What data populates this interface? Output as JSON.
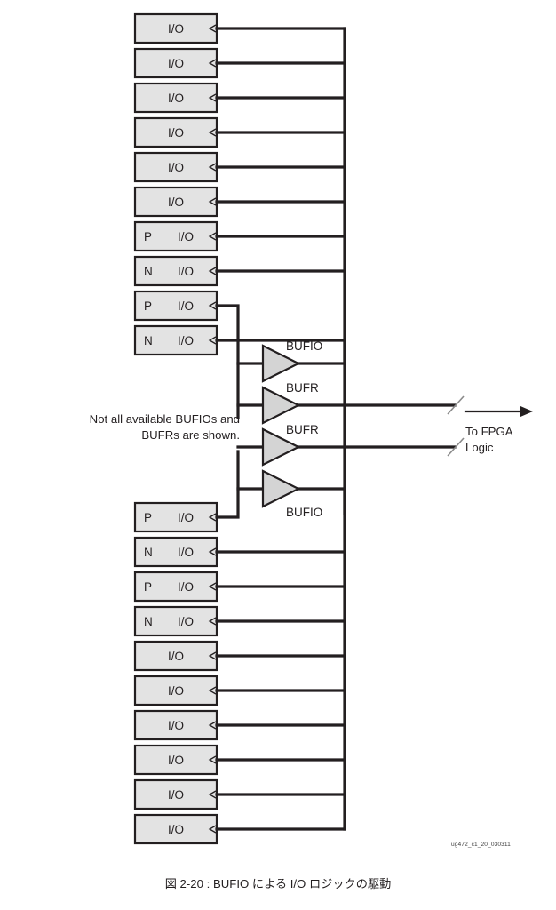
{
  "figure": {
    "id_code": "ug472_c1_20_030311",
    "caption": "図 2-20 : BUFIO による I/O ロジックの駆動",
    "note": "Not all available BUFIOs and\nBUFRs are shown.",
    "destination_label": "To FPGA\nLogic",
    "colors": {
      "block_fill": "#e3e3e3",
      "block_stroke": "#231f20",
      "buffer_fill": "#d4d4d4",
      "wire": "#231f20",
      "text": "#231f20"
    }
  },
  "top_stack": [
    {
      "polarity": "",
      "label": "I/O"
    },
    {
      "polarity": "",
      "label": "I/O"
    },
    {
      "polarity": "",
      "label": "I/O"
    },
    {
      "polarity": "",
      "label": "I/O"
    },
    {
      "polarity": "",
      "label": "I/O"
    },
    {
      "polarity": "",
      "label": "I/O"
    },
    {
      "polarity": "P",
      "label": "I/O"
    },
    {
      "polarity": "N",
      "label": "I/O"
    },
    {
      "polarity": "P",
      "label": "I/O"
    },
    {
      "polarity": "N",
      "label": "I/O"
    }
  ],
  "buffers": [
    {
      "label": "BUFIO"
    },
    {
      "label": "BUFR"
    },
    {
      "label": "BUFR"
    },
    {
      "label": "BUFIO"
    }
  ],
  "bottom_stack": [
    {
      "polarity": "P",
      "label": "I/O"
    },
    {
      "polarity": "N",
      "label": "I/O"
    },
    {
      "polarity": "P",
      "label": "I/O"
    },
    {
      "polarity": "N",
      "label": "I/O"
    },
    {
      "polarity": "",
      "label": "I/O"
    },
    {
      "polarity": "",
      "label": "I/O"
    },
    {
      "polarity": "",
      "label": "I/O"
    },
    {
      "polarity": "",
      "label": "I/O"
    },
    {
      "polarity": "",
      "label": "I/O"
    },
    {
      "polarity": "",
      "label": "I/O"
    }
  ]
}
